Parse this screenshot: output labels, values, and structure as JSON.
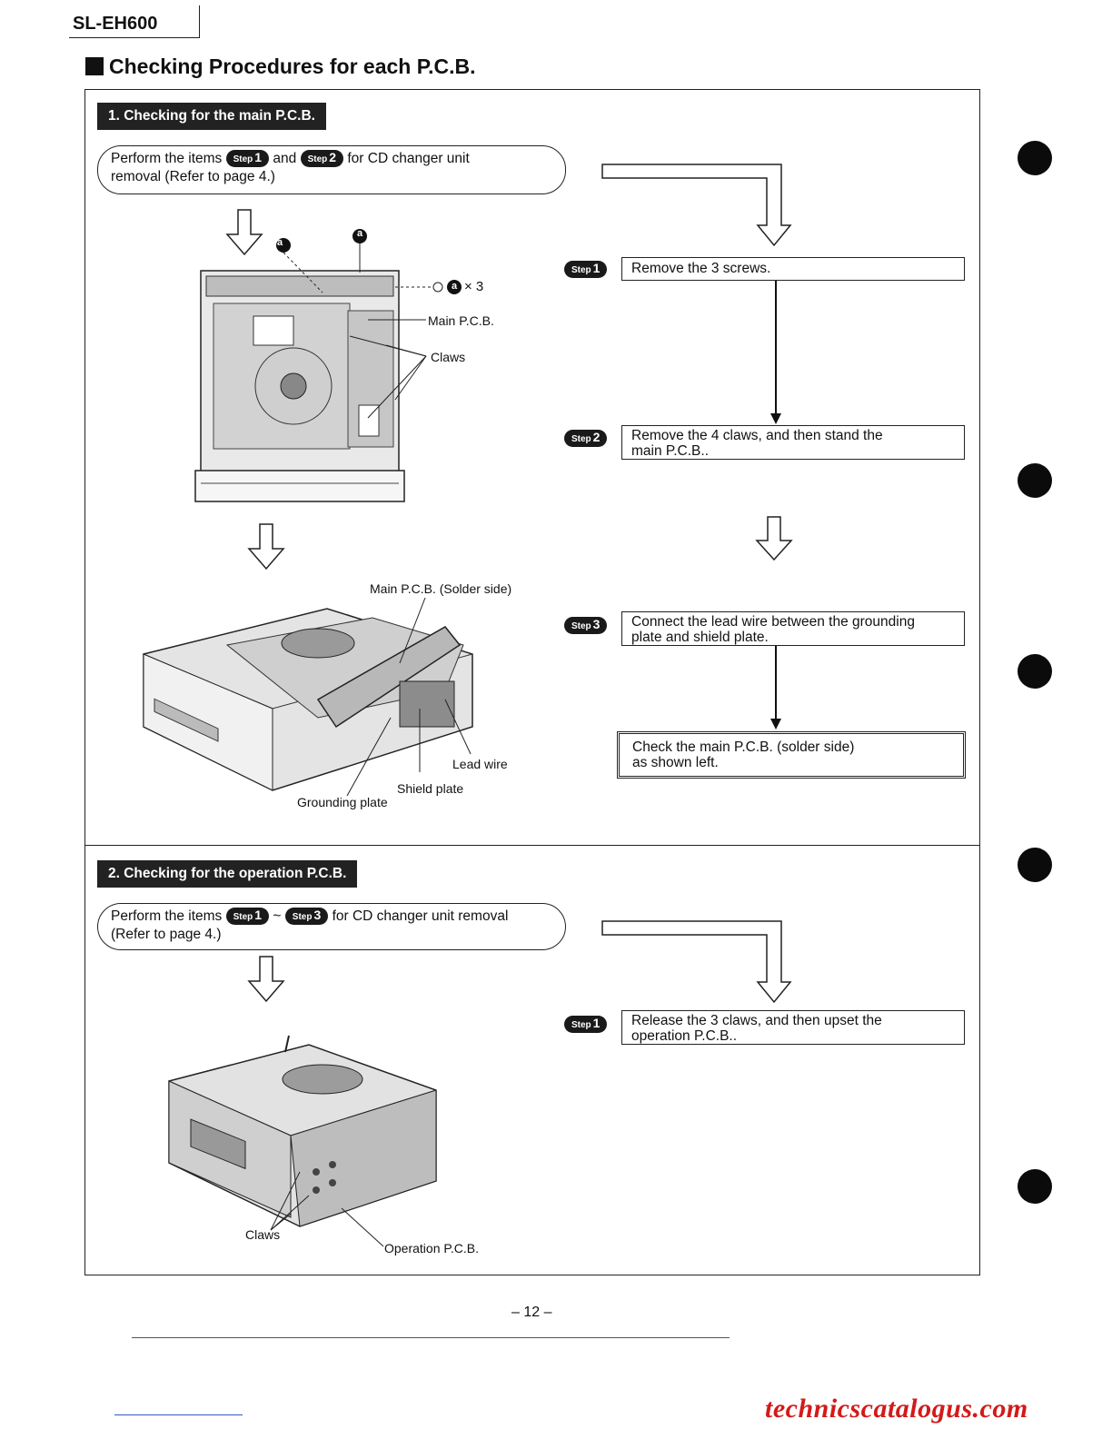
{
  "header": {
    "model": "SL-EH600",
    "heading": "Checking Procedures for each P.C.B."
  },
  "section1": {
    "title": "1. Checking for the main P.C.B.",
    "intro": {
      "prefix": "Perform the items",
      "mid": "and",
      "suffix": "for CD changer unit",
      "line2": "removal (Refer to page 4.)",
      "badges": [
        {
          "word": "Step",
          "num": "1"
        },
        {
          "word": "Step",
          "num": "2"
        }
      ]
    },
    "figure1_labels": {
      "screw_a_left": "a",
      "screw_a_right": "a",
      "screw_a_count": "a",
      "times": "× 3",
      "main_pcb": "Main P.C.B.",
      "claws": "Claws"
    },
    "figure2_labels": {
      "solder_side": "Main P.C.B. (Solder side)",
      "lead_wire": "Lead wire",
      "shield_plate": "Shield plate",
      "grounding_plate": "Grounding plate"
    },
    "steps": [
      {
        "word": "Step",
        "num": "1",
        "text": "Remove the 3 screws.",
        "line2": ""
      },
      {
        "word": "Step",
        "num": "2",
        "text": "Remove the 4 claws, and then stand the",
        "line2": "main P.C.B.."
      },
      {
        "word": "Step",
        "num": "3",
        "text": "Connect the lead wire between the grounding",
        "line2": "plate and shield plate."
      }
    ],
    "final": {
      "text": "Check the main P.C.B. (solder side)",
      "line2": "as shown left."
    }
  },
  "section2": {
    "title": "2. Checking for the operation P.C.B.",
    "intro": {
      "prefix": "Perform the items",
      "mid": "~",
      "suffix": "for CD changer unit removal",
      "line2": "(Refer to page 4.)",
      "badges": [
        {
          "word": "Step",
          "num": "1"
        },
        {
          "word": "Step",
          "num": "3"
        }
      ]
    },
    "figure_labels": {
      "claws": "Claws",
      "operation_pcb": "Operation P.C.B."
    },
    "steps": [
      {
        "word": "Step",
        "num": "1",
        "text": "Release the 3 claws, and then upset the",
        "line2": "operation P.C.B.."
      }
    ]
  },
  "footer": {
    "page_number": "– 12 –",
    "watermark": "technicscatalogus.com"
  }
}
